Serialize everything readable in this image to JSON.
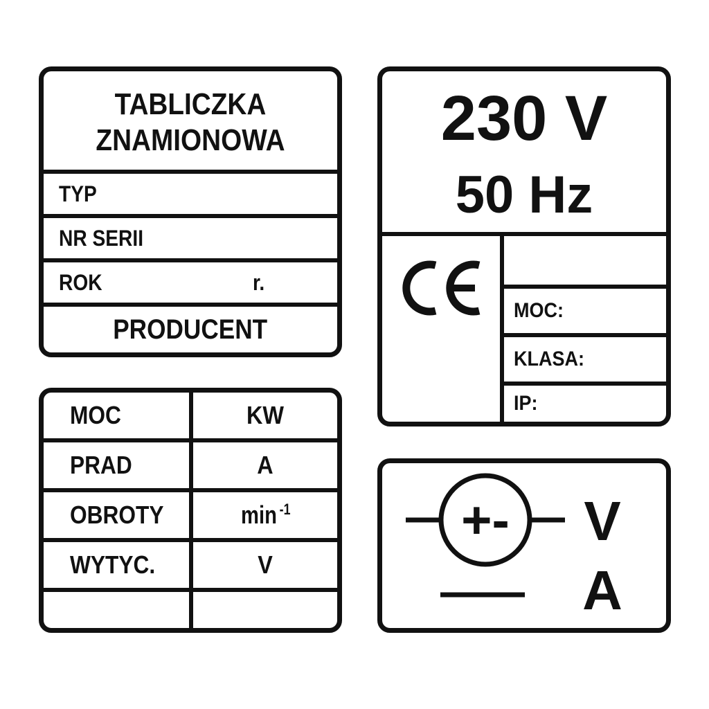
{
  "nameplate": {
    "title_line1": "TABLICZKA",
    "title_line2": "ZNAMIONOWA",
    "type_label": "TYP",
    "serial_label": "NR SERII",
    "year_label": "ROK",
    "year_unit": "r.",
    "producer_label": "PRODUCENT"
  },
  "power_plate": {
    "voltage": "230 V",
    "frequency": "50 Hz",
    "ce_mark": "CE",
    "power_label": "MOC:",
    "class_label": "KLASA:",
    "ip_label": "IP:"
  },
  "spec_table": {
    "rows": [
      {
        "label": "MOC",
        "unit": "KW"
      },
      {
        "label": "PRAD",
        "unit": "A"
      },
      {
        "label": "OBROTY",
        "unit": "min",
        "unit_sup": "-1"
      },
      {
        "label": "WYTYC.",
        "unit": "V"
      },
      {
        "label": "",
        "unit": ""
      }
    ]
  },
  "symbol_plate": {
    "symbol_text": "+-",
    "voltage_letter": "V",
    "current_letter": "A"
  },
  "colors": {
    "ink": "#111111",
    "background": "#ffffff"
  }
}
